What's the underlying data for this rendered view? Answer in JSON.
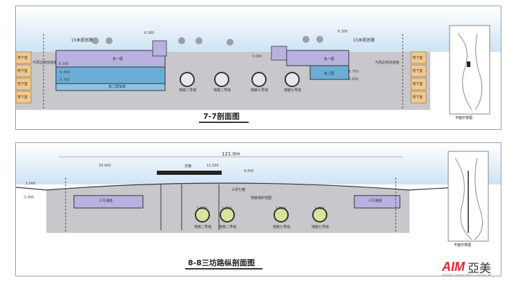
{
  "section_a": {
    "title": "7-7剖面图",
    "left_road": "15米规划路",
    "right_road": "15米规划路",
    "basement_label": "地下室",
    "left_connection": "与周边地块连接",
    "right_connection": "与周边地块连接",
    "left_levels": [
      "负一层",
      "负二层车库"
    ],
    "right_levels": [
      "负一层",
      "负二层"
    ],
    "metro_lines": [
      "地铁二号线",
      "地铁二号线",
      "地铁七号线",
      "地铁七号线"
    ],
    "dims": [
      "6.300",
      "6.300",
      "6.300",
      "-6.300",
      "-5.700",
      "-6.950",
      "0.000",
      "-5.750"
    ],
    "plan_label": "平面示意图"
  },
  "section_b": {
    "title": "8-8三坊路纵剖面图",
    "total_length": "121.0m",
    "span_label": "33.000",
    "bridge_label": "文物",
    "left_room": "人行通道",
    "right_room": "人行通道",
    "park_label": "三坊七巷",
    "protect_label": "地铁保护范围",
    "metro_lines": [
      "地铁二号线",
      "地铁二号线",
      "地铁七号线",
      "地铁七号线"
    ],
    "dims": [
      "1.000",
      "-1.000",
      "9.450",
      "11.550",
      "1.850",
      "1.850",
      "1.850",
      "1.850"
    ],
    "plan_label": "平面示意图"
  },
  "brand": {
    "mark": "AIM",
    "name": "亞美",
    "tagline": "DESIGN CONSULTANTS (GROUP) INC."
  },
  "colors": {
    "basement": "#f2c98c",
    "level1": "#b9b2e0",
    "level2": "#6aaed6",
    "ground": "#c8c8cc",
    "metro_fill": "#d9e39a",
    "logo_red": "#e0262c"
  }
}
